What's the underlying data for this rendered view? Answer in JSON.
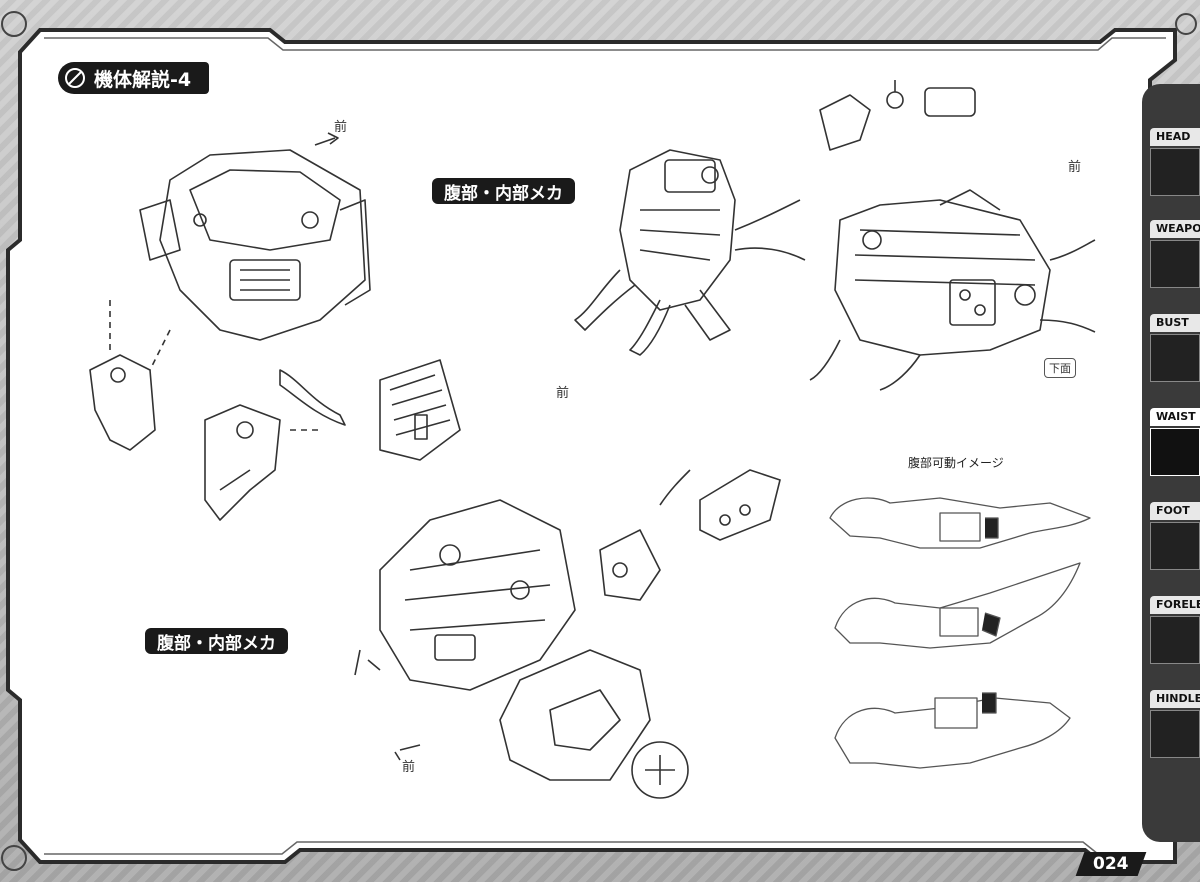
{
  "page": {
    "title": "機体解説-4",
    "page_number": "024"
  },
  "labels": {
    "upper": "腹部・内部メカ",
    "lower": "腹部・内部メカ",
    "motion_note": "腹部可動イメージ"
  },
  "annotations": {
    "front_1": "前",
    "front_2": "前",
    "front_3": "前",
    "front_4": "前",
    "bottom_view": "下面"
  },
  "tabs": [
    {
      "label": "HEAD",
      "active": false
    },
    {
      "label": "WEAPON",
      "active": false
    },
    {
      "label": "BUST",
      "active": false
    },
    {
      "label": "WAIST",
      "active": true
    },
    {
      "label": "FOOT",
      "active": false
    },
    {
      "label": "FORELEG",
      "active": false
    },
    {
      "label": "HINDLEG",
      "active": false
    }
  ],
  "colors": {
    "badge": "#1a1a1a",
    "frame": "#2b2b2b",
    "paper": "#ffffff"
  }
}
